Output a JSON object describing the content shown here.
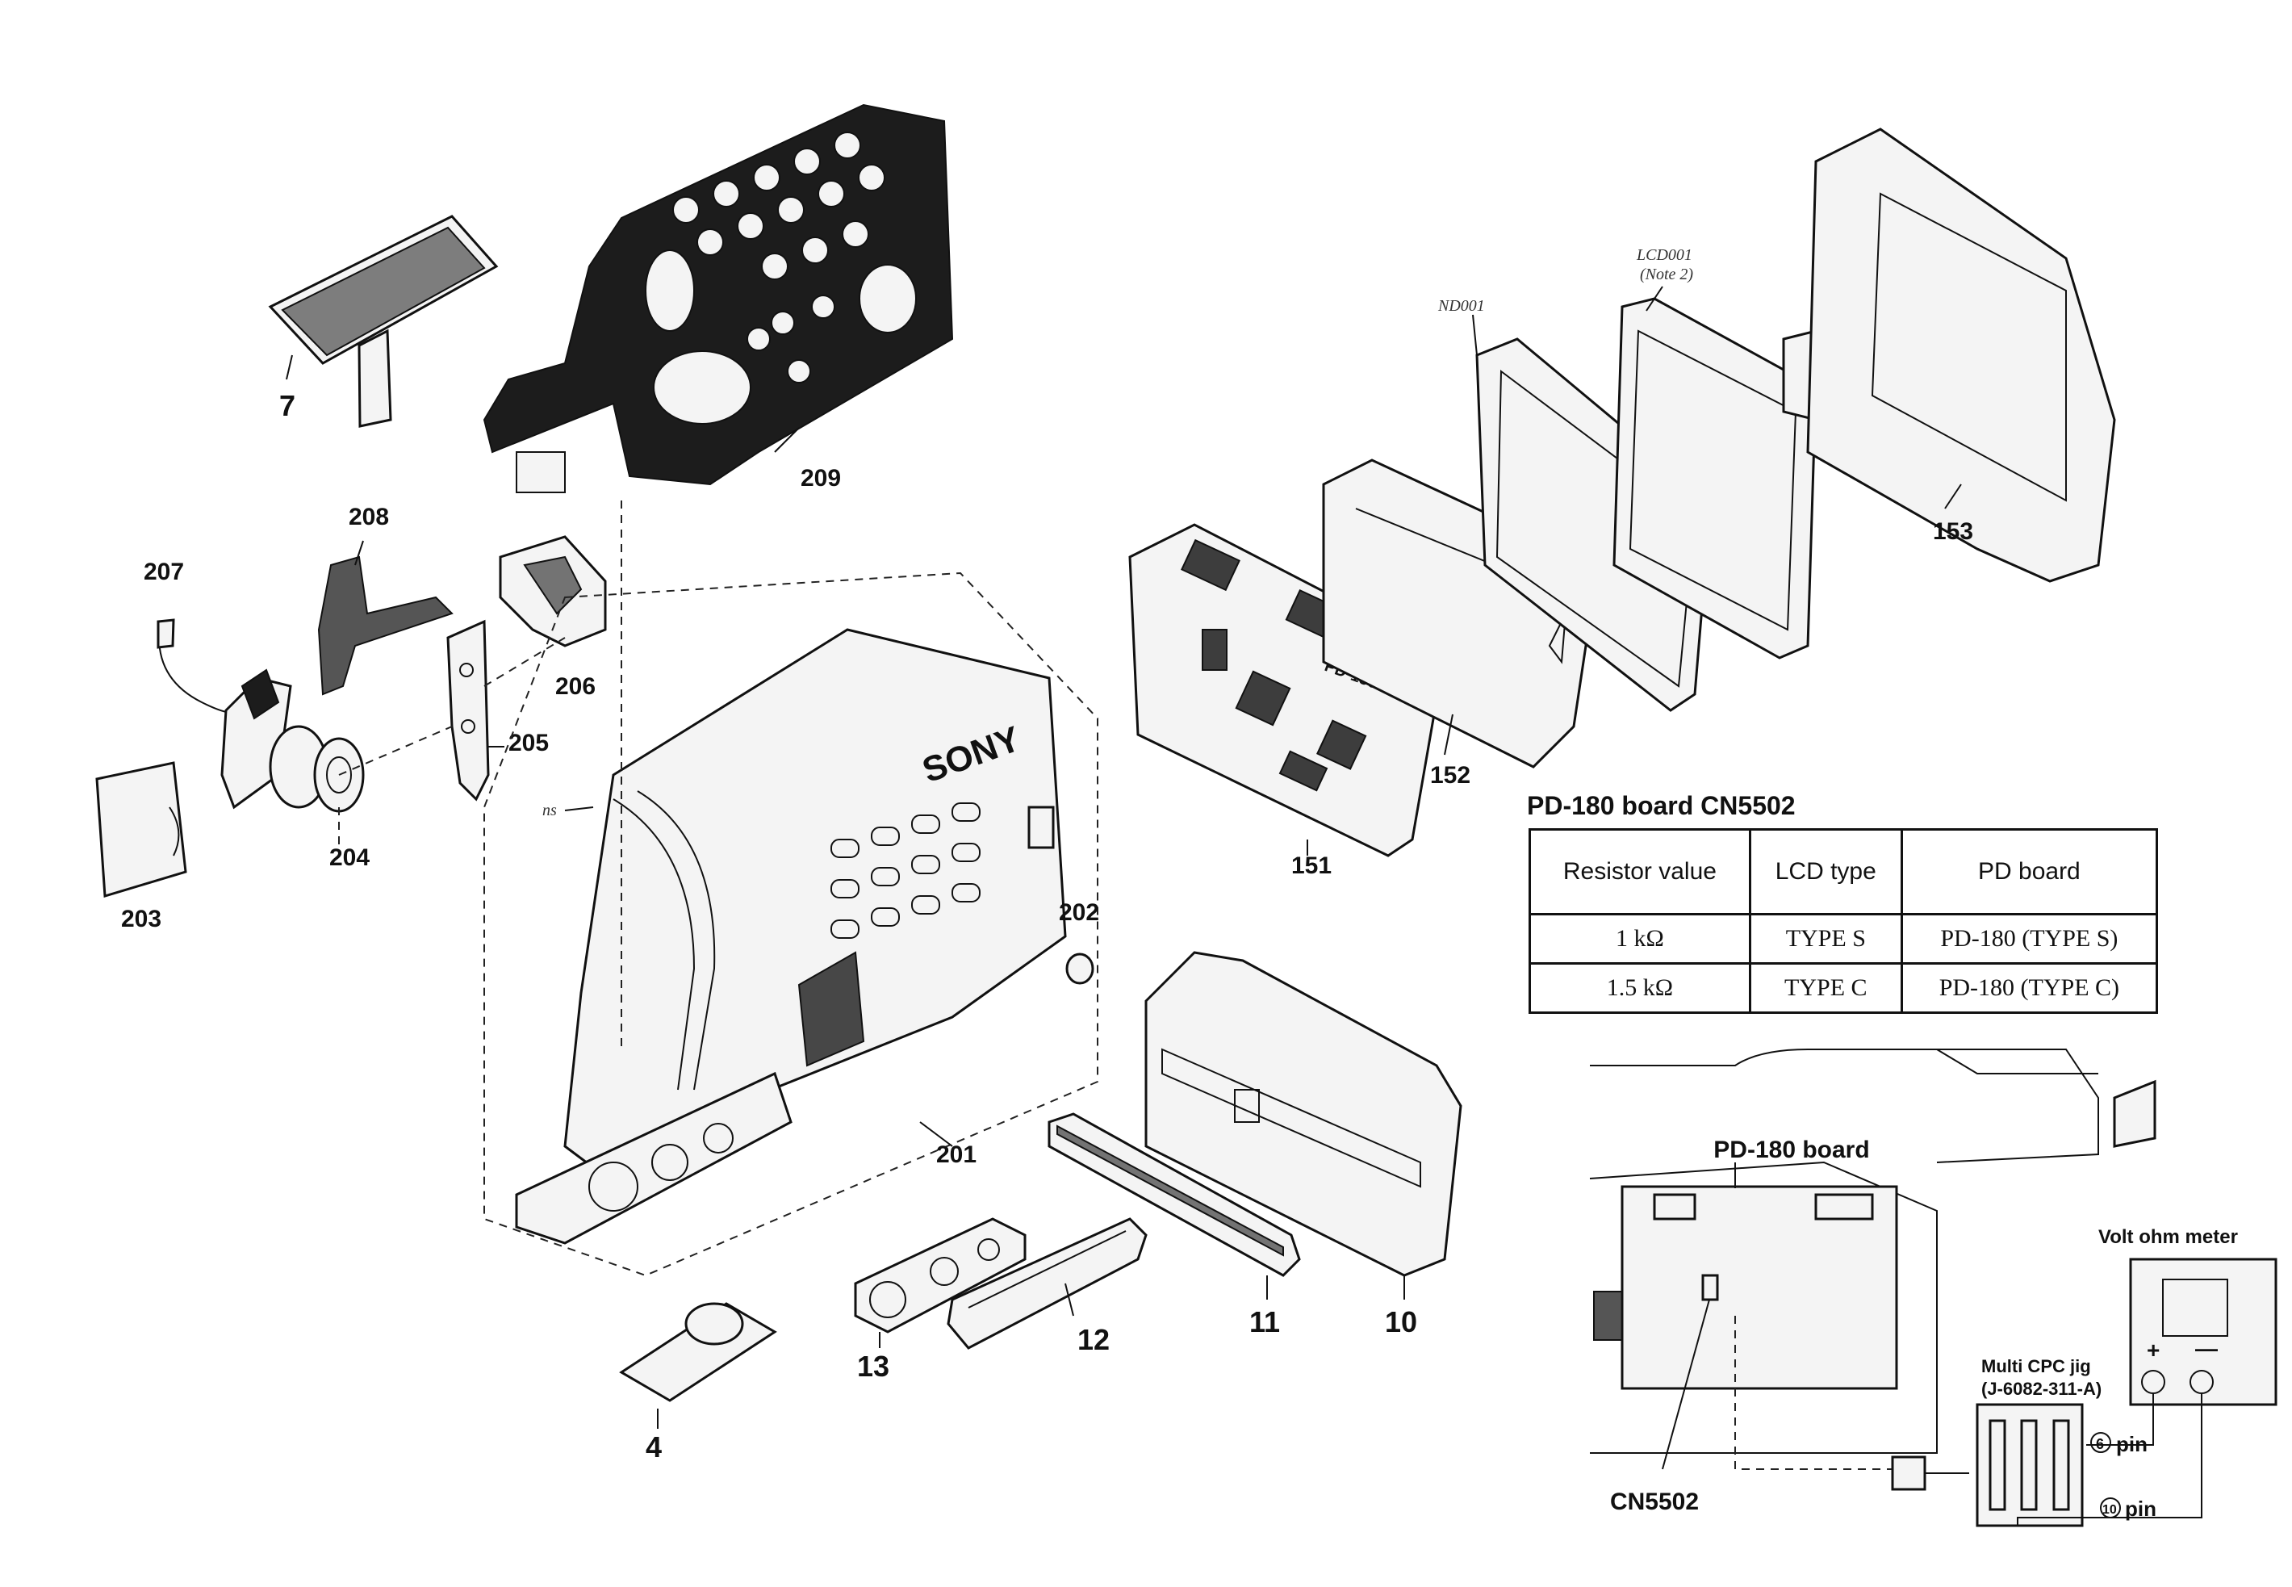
{
  "labels": {
    "p7": "7",
    "p209": "209",
    "p208": "208",
    "p207": "207",
    "p206": "206",
    "p205": "205",
    "p204": "204",
    "p203": "203",
    "p202": "202",
    "p201": "201",
    "p4": "4",
    "p13": "13",
    "p12": "12",
    "p11": "11",
    "p10": "10",
    "p151": "151",
    "p152": "152",
    "p153": "153",
    "nd001": "ND001",
    "lcd001": "LCD001",
    "note2": "(Note 2)",
    "ns": "ns",
    "pd180_board_mark": "PD-180",
    "brand": "SONY"
  },
  "table": {
    "title": "PD-180 board CN5502",
    "headers": [
      "Resistor value",
      "LCD type",
      "PD board"
    ],
    "rows": [
      [
        "1 kΩ",
        "TYPE S",
        "PD-180 (TYPE S)"
      ],
      [
        "1.5 kΩ",
        "TYPE C",
        "PD-180 (TYPE C)"
      ]
    ]
  },
  "measure": {
    "board_label": "PD-180 board",
    "connector_label": "CN5502",
    "jig_label_1": "Multi CPC jig",
    "jig_label_2": "(J-6082-311-A)",
    "meter_label": "Volt ohm meter",
    "plus": "+",
    "minus": "—",
    "pin6_num": "6",
    "pin6_text": "pin",
    "pin10_num": "10",
    "pin10_text": "pin"
  }
}
